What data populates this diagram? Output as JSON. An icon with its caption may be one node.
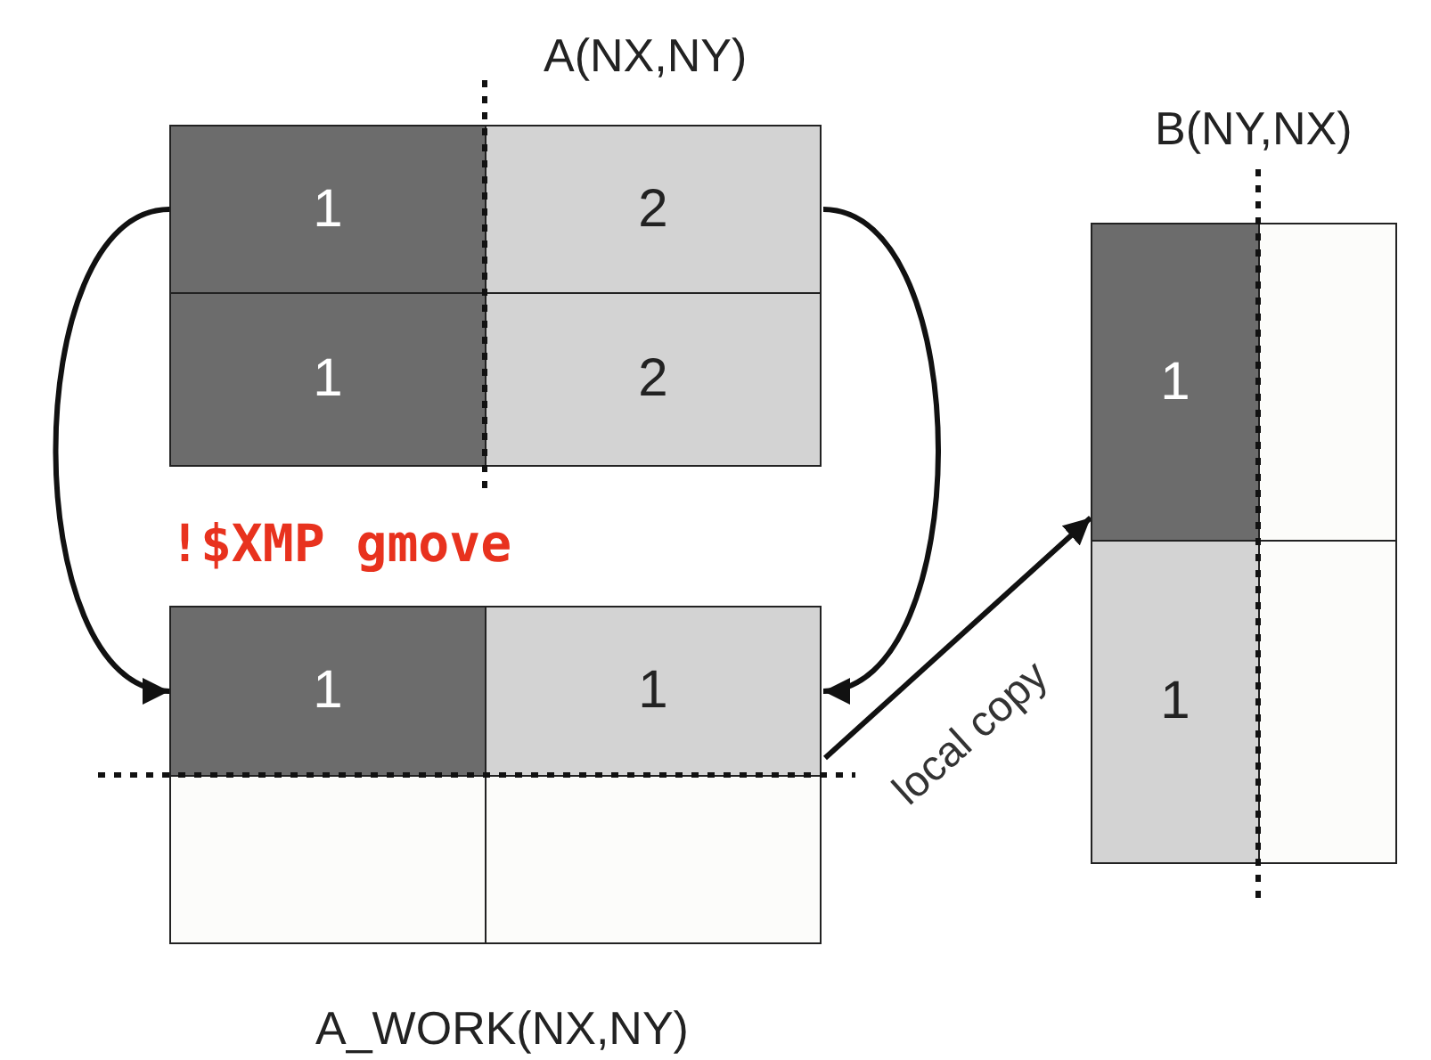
{
  "diagram": {
    "nodes": [
      {
        "text": [
          "A(NX,NY)"
        ]
      },
      {
        "text": [
          "1"
        ],
        "in": 0
      },
      {
        "text": [
          "2"
        ],
        "in": 0
      },
      {
        "text": [
          "1"
        ],
        "in": 0
      },
      {
        "text": [
          "2"
        ],
        "in": 0
      },
      {
        "text": [
          "A_WORK(NX,NY)"
        ]
      },
      {
        "text": [
          "1"
        ],
        "in": 5
      },
      {
        "text": [
          "1"
        ],
        "in": 5
      },
      {
        "text": [],
        "shape": "box",
        "in": 5
      },
      {
        "text": [],
        "shape": "box",
        "in": 5
      },
      {
        "text": [
          "B(NY,NX)"
        ]
      },
      {
        "text": [
          "1"
        ],
        "in": 10
      },
      {
        "text": [],
        "shape": "box",
        "in": 10
      },
      {
        "text": [
          "1"
        ],
        "in": 10
      },
      {
        "text": [],
        "shape": "box",
        "in": 10
      }
    ],
    "edges": [
      {
        "from": 1,
        "to": 6,
        "arrow": "to"
      },
      {
        "from": 2,
        "to": 7,
        "arrow": "to"
      },
      {
        "from": 5,
        "to": 10,
        "label": "local copy",
        "arrow": "to"
      }
    ],
    "labels": [
      "!$XMP gmove"
    ]
  }
}
